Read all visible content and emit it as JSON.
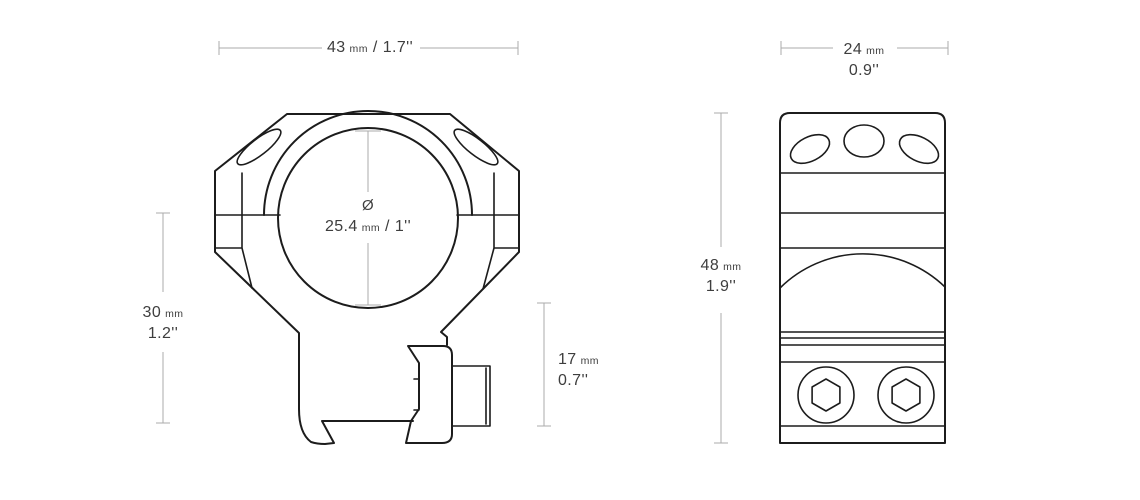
{
  "colors": {
    "line": "#1c1c1c",
    "dim": "#ababab",
    "text": "#3e3e3e",
    "background": "#ffffff"
  },
  "dims": {
    "front_width": {
      "value": "43",
      "unit": "mm",
      "sep": "/",
      "inches": "1.7''"
    },
    "side_width": {
      "value": "24",
      "unit": "mm",
      "inches": "0.9''"
    },
    "base_height": {
      "value": "30",
      "unit": "mm",
      "inches": "1.2''"
    },
    "clamp_height": {
      "value": "17",
      "unit": "mm",
      "inches": "0.7''"
    },
    "side_height": {
      "value": "48",
      "unit": "mm",
      "inches": "1.9''"
    },
    "bore": {
      "symbol": "Ø",
      "value": "25.4",
      "unit": "mm",
      "sep": "/",
      "inches": "1''"
    }
  }
}
